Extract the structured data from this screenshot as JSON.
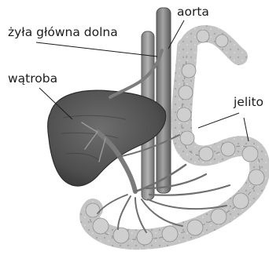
{
  "labels": {
    "vena_cava": "żyła główna dolna",
    "aorta": "aorta",
    "liver": "wątroba",
    "intestine": "jelito"
  },
  "colors": {
    "liver_fill": "#5a5a5a",
    "liver_dark": "#3a3a3a",
    "vessel_fill": "#8c8c8c",
    "vessel_dark": "#5e5e5e",
    "intestine_fill": "#bdbdbd",
    "intestine_dark": "#8a8a8a",
    "leader": "#1c1c1c",
    "text": "#1c1c1c"
  }
}
